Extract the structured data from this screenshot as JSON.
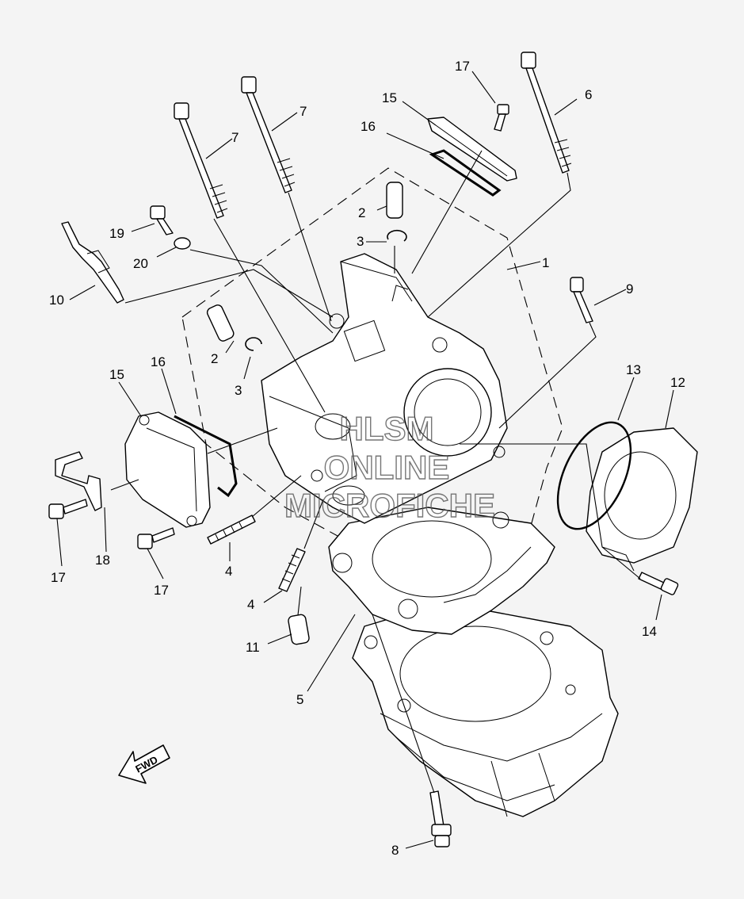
{
  "labels": {
    "l1": "1",
    "l2a": "2",
    "l2b": "2",
    "l3a": "3",
    "l3b": "3",
    "l4a": "4",
    "l4b": "4",
    "l5": "5",
    "l6": "6",
    "l7a": "7",
    "l7b": "7",
    "l8": "8",
    "l9": "9",
    "l10": "10",
    "l11": "11",
    "l12": "12",
    "l13": "13",
    "l14": "14",
    "l15a": "15",
    "l15b": "15",
    "l16a": "16",
    "l16b": "16",
    "l17a": "17",
    "l17b": "17",
    "l17c": "17",
    "l18": "18",
    "l19": "19",
    "l20": "20"
  },
  "watermark": {
    "line1": "HLSM",
    "line2": "ONLINE",
    "line3": "MICROFICHE"
  },
  "fwd_arrow": {
    "text": "FWD"
  }
}
